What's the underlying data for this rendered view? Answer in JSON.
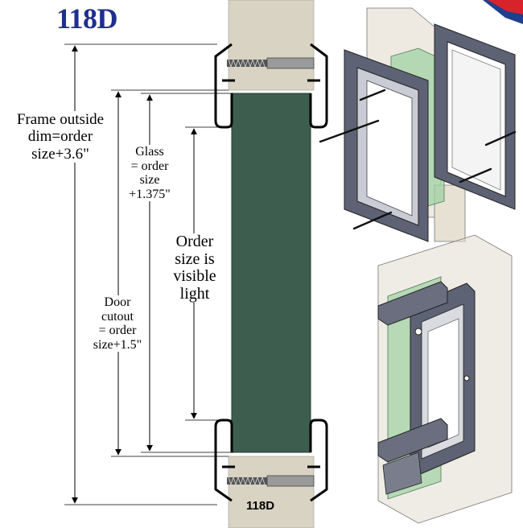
{
  "title": "118D",
  "labels": {
    "frame_line1": "Frame outside",
    "frame_line2": "dim=order",
    "frame_line3": "size+3.6\"",
    "glass_line1": "Glass",
    "glass_line2": "= order",
    "glass_line3": "size",
    "glass_line4": "+1.375\"",
    "order_line1": "Order",
    "order_line2": "size is",
    "order_line3": "visible",
    "order_line4": "light",
    "door_line1": "Door",
    "door_line2": "cutout",
    "door_line3": "= order",
    "door_line4": "size+1.5\""
  },
  "part_label": "118D",
  "colors": {
    "title": "#1f2f8f",
    "glass": "#3d5e4e",
    "door": "#d9d3c4",
    "frame_metal": "#6a6e7e",
    "badge_red": "#d8232a",
    "badge_blue": "#1f3f8f"
  },
  "icons": [
    "corner-badge-icon"
  ]
}
